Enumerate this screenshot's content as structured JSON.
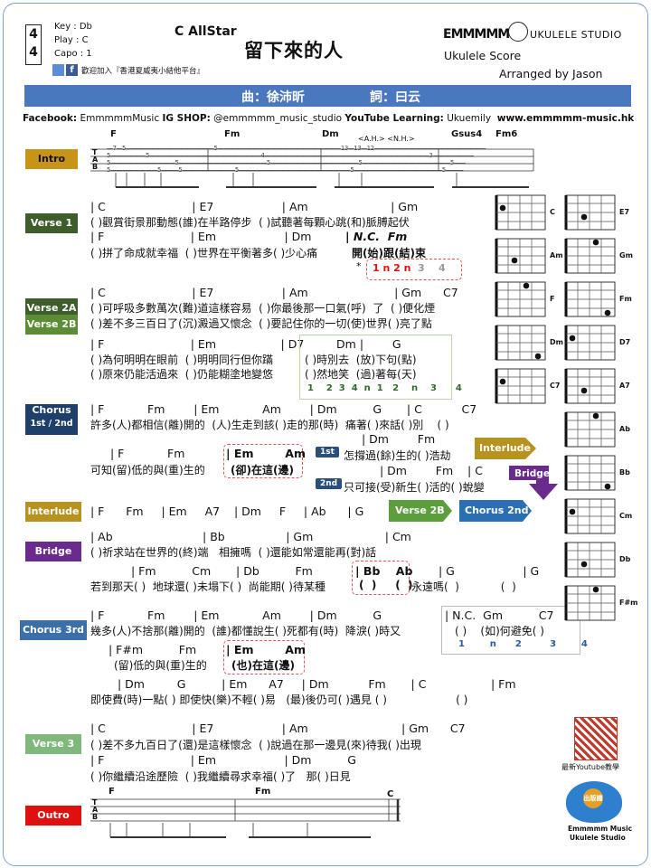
{
  "header": {
    "time_top": "4",
    "time_bottom": "4",
    "key": "Key : Db",
    "play": "Play : C",
    "capo": "Capo : 1",
    "join": "歡迎加入『香港夏威夷小結他平台』",
    "allstar": "C AllStar",
    "title": "留下來的人",
    "brand": "EMMMMM",
    "brand_sub": "UKULELE STUDIO",
    "score": "Ukulele Score",
    "arranger": "Arranged by Jason"
  },
  "banner": {
    "composer": "曲：徐沛昕",
    "lyricist": "詞：曰云"
  },
  "links": {
    "fb_label": "Facebook:",
    "fb": "EmmmmmMusic",
    "ig_label": "IG SHOP:",
    "ig": "@emmmmm_music_studio",
    "yt_label": "YouTube Learning:",
    "yt": "Ukuemily",
    "web": "www.emmmmm-music.hk"
  },
  "sections": {
    "intro": "Intro",
    "verse1": "Verse 1",
    "verse2a": "Verse 2A",
    "verse2b": "Verse 2B",
    "chorus": "Chorus",
    "chorus_sub": "1st / 2nd",
    "interlude": "Interlude",
    "bridge": "Bridge",
    "chorus3": "Chorus 3rd",
    "verse3": "Verse 3",
    "outro": "Outro"
  },
  "intro_tab": {
    "chords": [
      "F",
      "Fm",
      "Dm",
      "<A.H.> <N.H.>",
      "Gsus4",
      "Fm6"
    ],
    "line1": "—7—5———————————————5—————————————————————13—13—12———————————————————",
    "line2": "5——————5———————————————————4————————————————————————————3———————",
    "line3": "5———————————5———————————————5———————————————5———————————————5——",
    "line4": "5————————5———5—————————5———————————————————5———————————————5———"
  },
  "verse1": {
    "c1": "| C                        | E7                   | Am                       | Gm",
    "l1": "( )觀賞街景那動態(誰)在半路停步  ( )試聽著每顆心跳(和)脈膊起伏",
    "c2": "| F                        | Em                   | Dm",
    "nc": "| N.C.  Fm",
    "l2": "( )拼了命成就幸福  ( )世界在平衡著多( )少心痛",
    "l2b": "開(始)跟(結)束",
    "star": "*",
    "count_red": "1 n 2 n",
    "count_gray": "3    4"
  },
  "verse2": {
    "c1": "| C                        | E7                   | Am                        | Gm      C7",
    "l1": "( )可呼吸多數萬次(難)道這樣容易  ( )你最後那一口氣(呼)  了  ( )便化煙",
    "l2": "( )差不多三百日了(沉)澱過又懷念  ( )要記住你的一切(使)世界( )亮了點",
    "c3": "| F                        | Em                  | D7         Dm |        G",
    "l3": "( )為何明明在眼前  ( )明明同行但你蹣",
    "l3b": "( )時別去  (放)下句(點)",
    "l4": "( )原來仍能活過來  ( )仍能糊塗地變悠",
    "l4b": "( )然地笑  (過)著每(天)",
    "count": "1    2  3  4  n  1   2    n    3      4"
  },
  "chorus": {
    "c1": "| F            Fm        | Em            Am        | Dm          G       | C           C7",
    "l1": "許多(人)都相信(離)開的  (人)生走到該( )走的那(時)  痛著( )來話( )別    ( )",
    "c2": "| Dm        Fm",
    "l2a": "怎撐過(餘)生的( )浩劫",
    "c3": "| F            Fm",
    "em_am": "| Em        Am",
    "l3": "可知(留)低的與(重)生的",
    "l3b": "(卻)在這(邊)",
    "c4": "| Dm        Fm    | C",
    "l4": "只可接(受)新生( )活的( )蛻變",
    "b1": "1st",
    "b2": "2nd",
    "to_interlude": "Interlude",
    "to_bridge": "Bridge"
  },
  "interlude": {
    "line": "| F      Fm     | Em     A7    | Dm     F     | Ab      | G       |",
    "to_v2b": "Verse 2B",
    "to_ch2": "Chorus 2nd"
  },
  "bridge": {
    "c1": "| Ab                         | Bb                 | Gm                    | Cm",
    "l1": "( )祈求站在世界的(終)端   相擁嗎  ( )還能如常還能再(對)話",
    "c2": "| Fm          Cm       | Db          Fm",
    "bbab": "| Bb    Ab",
    "c2b": "| G                   | G",
    "l2": "若到那天( )  地球還( )未塌下( )  尚能期( )待某種",
    "l2b": "(  )     (  )",
    "l2c": "永遠嗎(  )            (  )"
  },
  "chorus3": {
    "c1": "| F            Fm        | Em            Am        | Dm          G",
    "nc": "| N.C.  Gm          C7      -",
    "l1": "幾多(人)不捨那(離)開的  (誰)都懂說生( )死都有(時)  降淚( )時又",
    "l1b": "( )    (如)何避免( )",
    "count": "1        n      2         3        4",
    "c2": "| F#m          Fm",
    "em_am": "| Em        Am",
    "l2": "(留)低的與(重)生的",
    "l2b": "(也)在這(邊)",
    "c3": "| Dm         G          | Em      A7     | Dm           Fm       | C                  | Fm",
    "l3": "即使費(時)一點( ) 即使快(樂)不輕( )易   (最)後仍可( )遇見 ( )                    ( )"
  },
  "verse3": {
    "c1": "| C                        | E7                   | Am                          | Gm      C7",
    "l1": "( )差不多九百日了(還)是這樣懷念  ( )說過在那一邊見(來)待我( )出現",
    "c2": "| F                        | Em                   | Dm          G",
    "l2": "( )你繼續沿途歷險  ( )我繼續尋求幸福( )了   那( )日見"
  },
  "outro": {
    "c1": "F",
    "c2": "Fm",
    "c3": "C"
  },
  "chord_names": {
    "col1": [
      "C",
      "Am",
      "F",
      "Dm",
      "C7"
    ],
    "col2": [
      "E7",
      "Gm",
      "Fm",
      "D7",
      "A7",
      "Ab",
      "Bb",
      "Cm",
      "Db",
      "F#m"
    ]
  },
  "footer": {
    "yt_new": "最新Youtube教學",
    "logo_line1": "Emmmmm Music",
    "logo_line2": "Ukulele Studio",
    "logo_badge": "出版譜"
  },
  "colors": {
    "banner": "#4a78bf",
    "frame": "#7aa3d6",
    "red": "#e01010"
  }
}
